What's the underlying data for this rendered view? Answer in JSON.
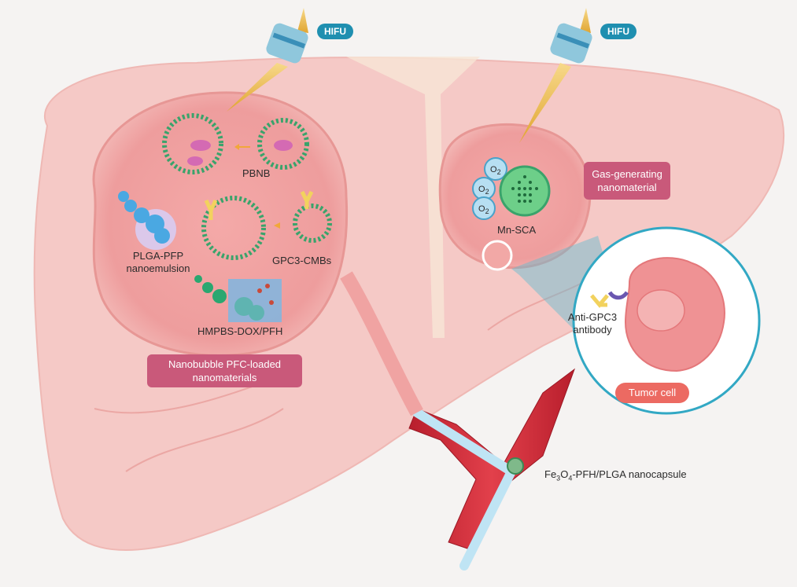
{
  "hifu": [
    "HIFU",
    "HIFU"
  ],
  "left_nanomaterials": {
    "pbnb": "PBNB",
    "gpc3": "GPC3-CMBs",
    "plga_line1": "PLGA-PFP",
    "plga_line2": "nanoemulsion",
    "hmpbs": "HMPBS-DOX/PFH",
    "box_line1": "Nanobubble PFC-loaded",
    "box_line2": "nanomaterials"
  },
  "right_tumor": {
    "o2": "O",
    "o2_sub": "2",
    "mnsca": "Mn-SCA",
    "gas_line1": "Gas-generating",
    "gas_line2": "nanomaterial"
  },
  "zoom": {
    "antibody_line1": "Anti-GPC3",
    "antibody_line2": "antibody",
    "tumor_cell": "Tumor cell"
  },
  "vessel": {
    "fe": "Fe",
    "fe_sub": "3",
    "o": "O",
    "o_sub": "4",
    "rest": "-PFH/PLGA nanocapsule"
  },
  "colors": {
    "liver": "#f5c9c6",
    "tumor": "#f1a7a4",
    "hifu_pill": "#1f8fb0",
    "label_box": "#c9597a",
    "tumor_cell_badge": "#ec6a62",
    "vessel": "#d8323f"
  }
}
